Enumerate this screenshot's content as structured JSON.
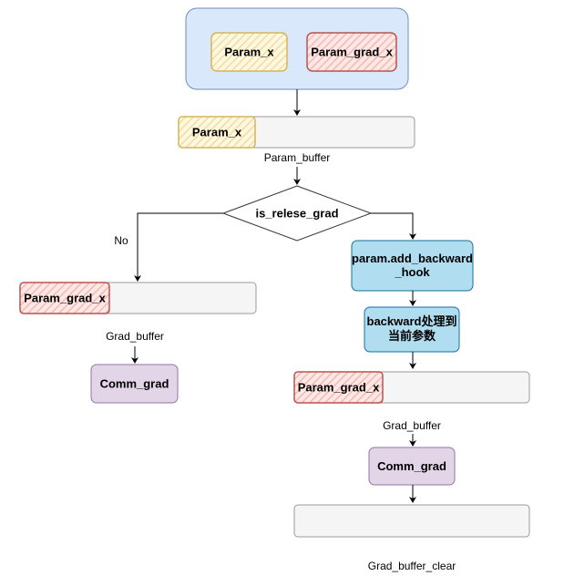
{
  "top_group": {
    "param_x": "Param_x",
    "param_grad_x": "Param_grad_x"
  },
  "param_buffer": {
    "chip": "Param_x",
    "label": "Param_buffer"
  },
  "decision": {
    "label": "is_relese_grad",
    "no_label": "No"
  },
  "left_branch": {
    "buffer_chip": "Param_grad_x",
    "buffer_label": "Grad_buffer",
    "comm": "Comm_grad"
  },
  "right_branch": {
    "hook_line1": "param.add_backward",
    "hook_line2": "_hook",
    "process_line1": "backward处理到",
    "process_line2": "当前参数",
    "buffer_chip": "Param_grad_x",
    "buffer_label": "Grad_buffer",
    "comm": "Comm_grad",
    "clear_label": "Grad_buffer_clear"
  },
  "colors": {
    "group_fill": "#dae8fc",
    "group_stroke": "#6c8ebf",
    "yellow_fill": "#fff2cc",
    "yellow_stroke": "#d6b656",
    "red_fill": "#f8cecc",
    "red_stroke": "#b85450",
    "blue_fill": "#b1ddf0",
    "blue_stroke": "#10739e",
    "purple_fill": "#e1d5e7",
    "purple_stroke": "#9673a6",
    "buffer_fill": "#f5f5f5",
    "buffer_stroke": "#666666"
  }
}
